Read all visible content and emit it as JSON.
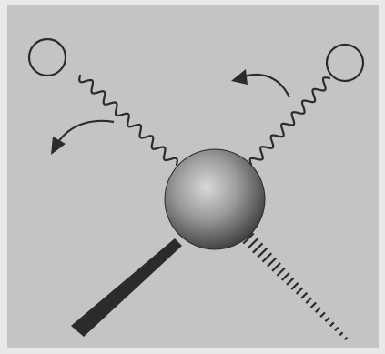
{
  "figure": {
    "background_color": "#c4c4c4",
    "frame_color": "#e9e9e9",
    "ink_color": "#2b2b2b"
  },
  "elements": {
    "central_sphere": {
      "icon": "shaded-sphere",
      "shading": "radial-gradient"
    },
    "incoming_photon_right": {
      "icon": "open-circle-with-wavy-line"
    },
    "outgoing_photon_left": {
      "icon": "open-circle-with-wavy-line"
    },
    "arrow_upper_right": {
      "icon": "curved-arrow-left"
    },
    "arrow_upper_left": {
      "icon": "curved-arrow-down-left"
    },
    "solid_wedge": {
      "icon": "solid-wedge-bond"
    },
    "hashed_wedge": {
      "icon": "hashed-wedge-bond"
    }
  }
}
